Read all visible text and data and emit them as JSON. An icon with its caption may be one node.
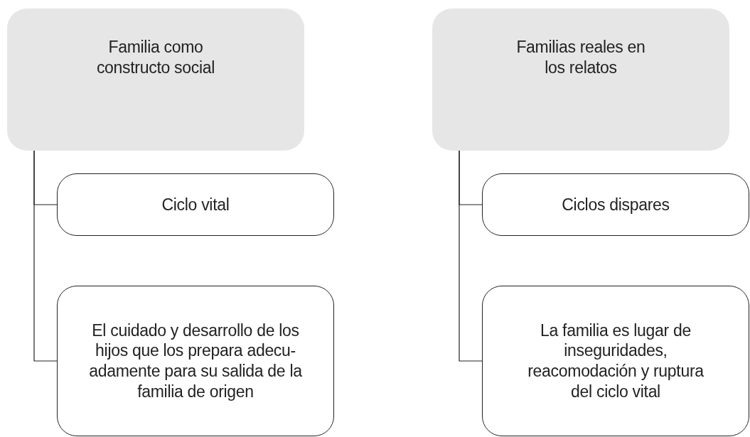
{
  "diagram": {
    "nodes": [
      {
        "text": [
          "Familia como constructo social"
        ]
      },
      {
        "text": [
          "Ciclo vital"
        ]
      },
      {
        "text": [
          "El cuidado y desarrollo de los hijos que los prepara adecu- adamente para su salida de la familia de origen"
        ]
      },
      {
        "text": [
          "Familias reales en los relatos"
        ]
      },
      {
        "text": [
          "Ciclos dispares"
        ]
      },
      {
        "text": [
          "La familia es lugar de inseguridades, reacomodación y ruptura del ciclo vital"
        ]
      }
    ],
    "edges": [
      {
        "from": 0,
        "to": 1,
        "arrow": "none"
      },
      {
        "from": 0,
        "to": 2,
        "arrow": "none"
      },
      {
        "from": 3,
        "to": 4,
        "arrow": "none"
      },
      {
        "from": 3,
        "to": 5,
        "arrow": "none"
      }
    ]
  }
}
